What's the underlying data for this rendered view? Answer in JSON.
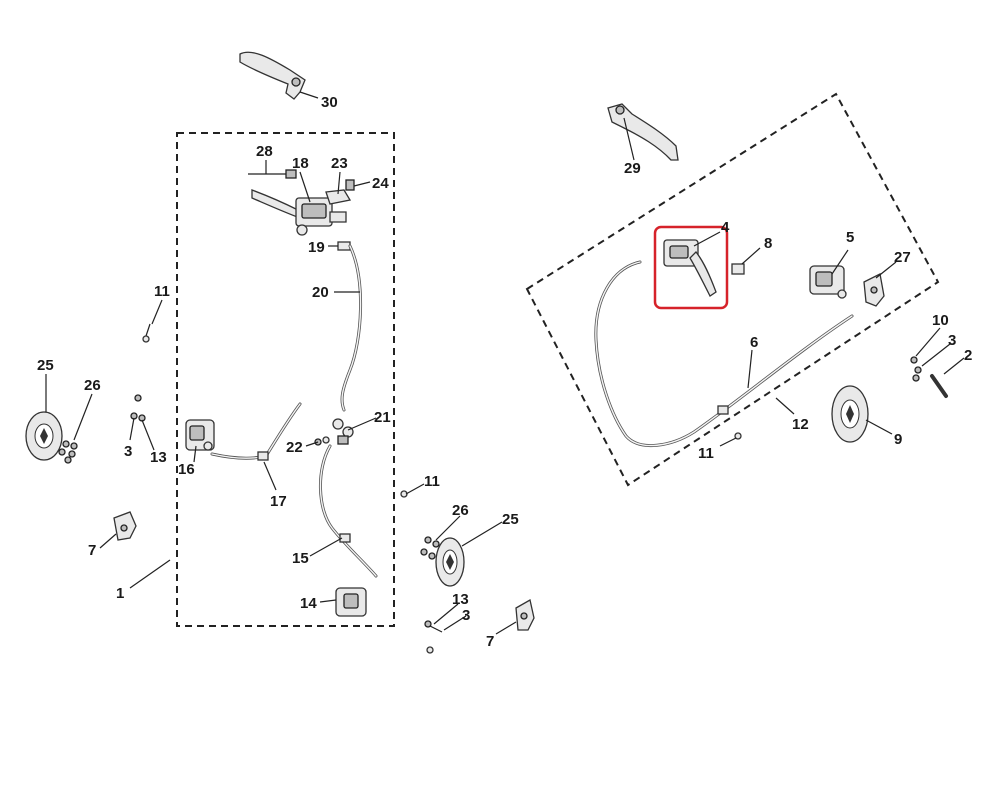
{
  "diagram": {
    "callouts": {
      "c1": "1",
      "c2": "2",
      "c3a": "3",
      "c3b": "3",
      "c3c": "3",
      "c4": "4",
      "c5": "5",
      "c6": "6",
      "c7a": "7",
      "c7b": "7",
      "c8": "8",
      "c9": "9",
      "c10": "10",
      "c11a": "11",
      "c11b": "11",
      "c11c": "11",
      "c12": "12",
      "c13a": "13",
      "c13b": "13",
      "c14": "14",
      "c15": "15",
      "c16": "16",
      "c17": "17",
      "c18": "18",
      "c19": "19",
      "c20": "20",
      "c21": "21",
      "c22": "22",
      "c23": "23",
      "c24": "24",
      "c25a": "25",
      "c25b": "25",
      "c26a": "26",
      "c26b": "26",
      "c27": "27",
      "c28": "28",
      "c29": "29",
      "c30": "30"
    },
    "highlight": {
      "part": "4",
      "color": "#d6222a"
    }
  }
}
